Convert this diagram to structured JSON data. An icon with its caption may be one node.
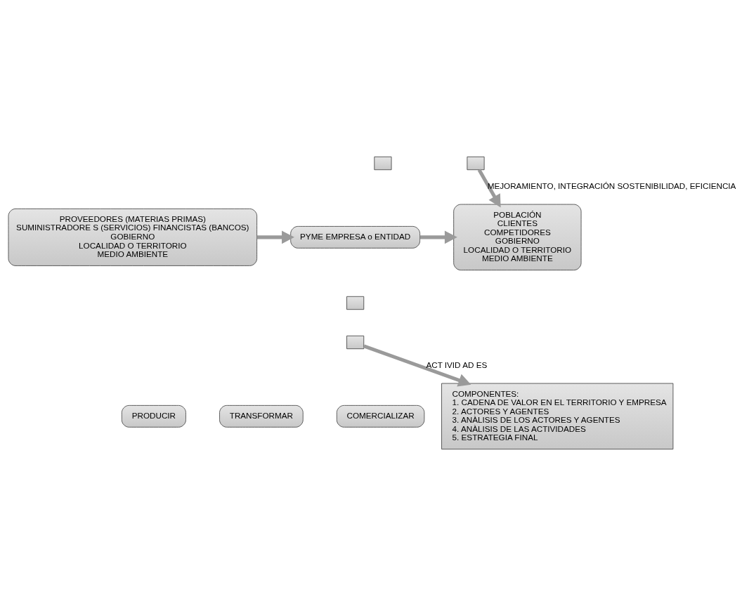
{
  "diagram": {
    "nodes": [
      {
        "text": [],
        "shape": "box"
      },
      {
        "text": [],
        "shape": "box"
      },
      {
        "text": [
          "PROVEEDORES (MATERIAS PRIMAS)",
          "SUMINISTRADORE S (SERVICIOS) FINANCISTAS (BANCOS)",
          "GOBIERNO",
          "LOCALIDAD O TERRITORIO",
          "MEDIO AMBIENTE"
        ]
      },
      {
        "text": [
          "PYME EMPRESA o ENTIDAD"
        ]
      },
      {
        "text": [
          "POBLACIÓN",
          "CLIENTES",
          "COMPETIDORES",
          "GOBIERNO",
          "LOCALIDAD O TERRITORIO",
          "MEDIO AMBIENTE"
        ]
      },
      {
        "text": [],
        "shape": "box"
      },
      {
        "text": [],
        "shape": "box"
      },
      {
        "text": [
          "PRODUCIR"
        ]
      },
      {
        "text": [
          "TRANSFORMAR"
        ]
      },
      {
        "text": [
          "COMERCIALIZAR"
        ]
      },
      {
        "text": [
          "COMPONENTES:",
          "1. CADENA DE VALOR EN EL TERRITORIO Y EMPRESA",
          "2. ACTORES Y AGENTES",
          "3. ANÀLISIS DE LOS ACTORES Y AGENTES",
          "4. ANÀLISIS DE LAS ACTIVIDADES",
          "5. ESTRATEGIA FINAL"
        ]
      }
    ],
    "edges": [
      {
        "from": 1,
        "to": 4,
        "arrow": "to",
        "label": "MEJORAMIENTO, INTEGRACIÓN SOSTENIBILIDAD, EFICIENCIA"
      },
      {
        "from": 2,
        "to": 3,
        "arrow": "to"
      },
      {
        "from": 3,
        "to": 4,
        "arrow": "to"
      },
      {
        "from": 6,
        "to": 10,
        "arrow": "to",
        "label": "ACT IVID AD ES"
      }
    ]
  }
}
